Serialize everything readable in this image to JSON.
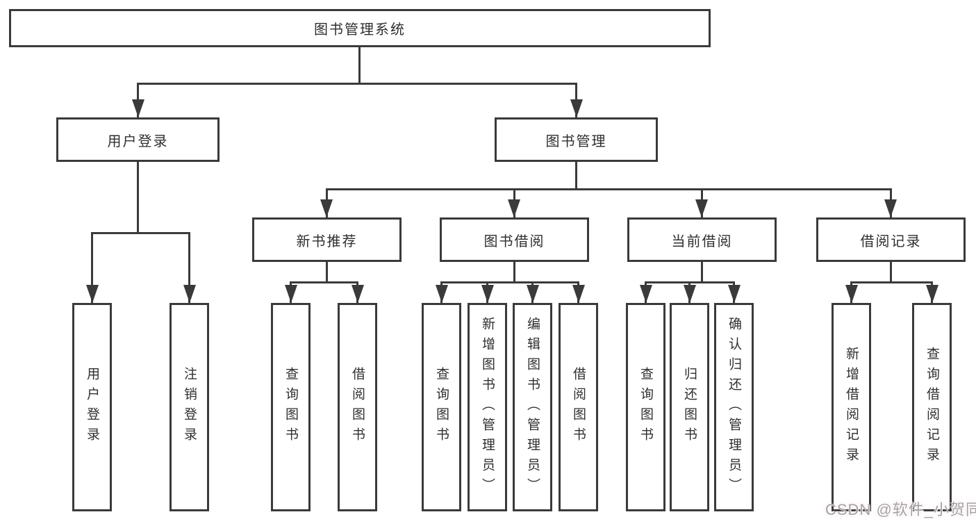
{
  "diagram": {
    "root": {
      "label": "图书管理系统"
    },
    "level2": [
      {
        "label": "用户登录"
      },
      {
        "label": "图书管理"
      }
    ],
    "level3": [
      {
        "label": "新书推荐"
      },
      {
        "label": "图书借阅"
      },
      {
        "label": "当前借阅"
      },
      {
        "label": "借阅记录"
      }
    ],
    "leaves": {
      "user_login": [
        "用户登录",
        "注销登录"
      ],
      "new_books": [
        "查询图书",
        "借阅图书"
      ],
      "book_borrowing": [
        "查询图书",
        "新增图书（管理员）",
        "编辑图书（管理员）",
        "借阅图书"
      ],
      "current_borrowing": [
        "查询图书",
        "归还图书",
        "确认归还（管理员）"
      ],
      "records": [
        "新增借阅记录",
        "查询借阅记录"
      ]
    }
  },
  "watermark": {
    "text": "CSDN @软件_小贺同学"
  },
  "colors": {
    "line": "#3a3a3a",
    "text": "#2f2f2f",
    "background": "#ffffff",
    "watermark": "#a3a3a3"
  }
}
